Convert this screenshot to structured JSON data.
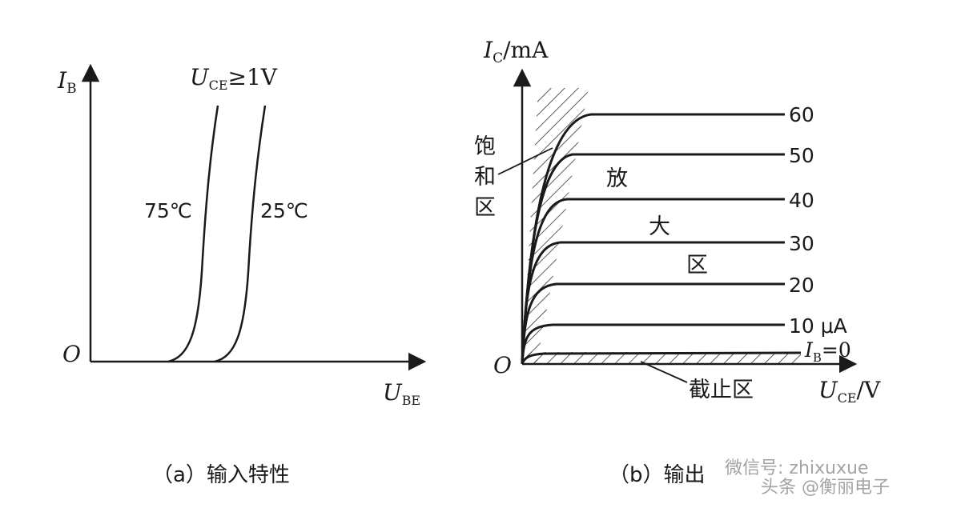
{
  "input_panel": {
    "y_axis_label": "I",
    "y_axis_sub": "B",
    "x_axis_label": "U",
    "x_axis_sub": "BE",
    "origin": "O",
    "condition_label": "U",
    "condition_sub": "CE",
    "condition_value": "≥1V",
    "curve_75_label": "75℃",
    "curve_25_label": "25℃",
    "caption": "（a）输入特性"
  },
  "output_panel": {
    "y_axis_label": "I",
    "y_axis_sub": "C",
    "y_axis_unit": "/mA",
    "x_axis_label": "U",
    "x_axis_sub": "CE",
    "x_axis_unit": "/V",
    "origin": "O",
    "curves": [
      {
        "label": "60"
      },
      {
        "label": "50"
      },
      {
        "label": "40"
      },
      {
        "label": "30"
      },
      {
        "label": "20"
      },
      {
        "label": "10 μA"
      }
    ],
    "ib_zero_label": "I",
    "ib_zero_sub": "B",
    "ib_zero_value": "=0",
    "saturation_region": [
      "饱",
      "和",
      "区"
    ],
    "active_region": [
      "放",
      "大",
      "区"
    ],
    "cutoff_region": "截止区",
    "caption": "（b）输出"
  },
  "watermark": {
    "line1": "微信号: zhixuxue",
    "line2": "头条 @衡丽电子"
  }
}
